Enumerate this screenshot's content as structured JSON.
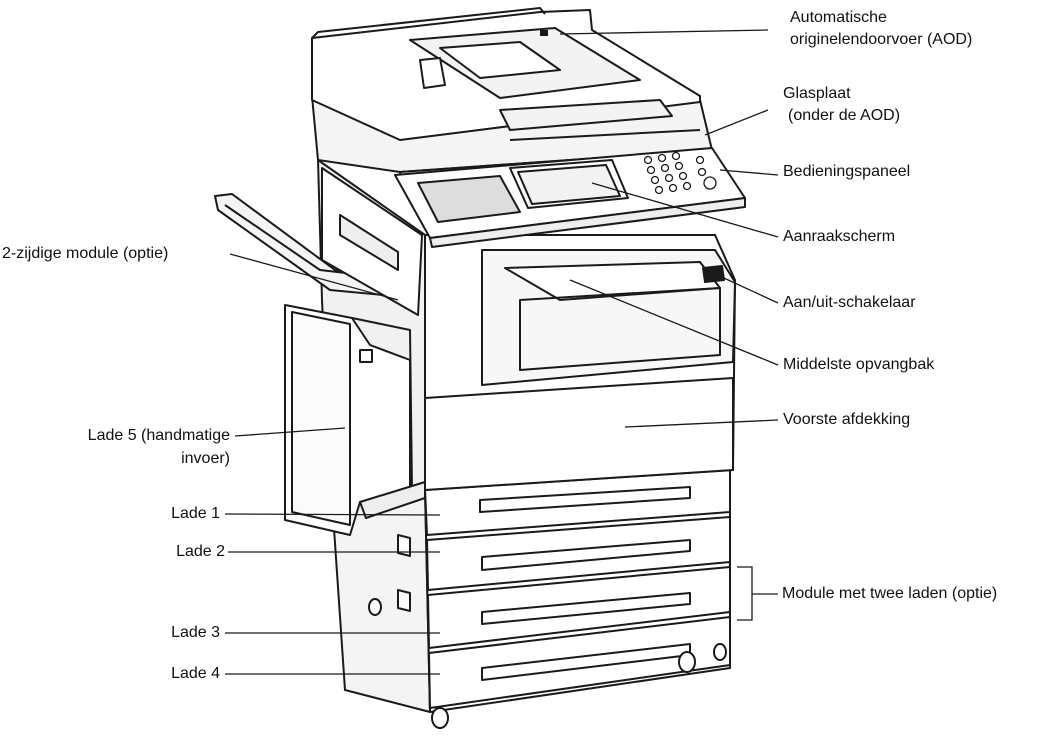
{
  "labels": {
    "adf_line1": "Automatische",
    "adf_line2": "originelendoorvoer (AOD)",
    "glass_line1": "Glasplaat",
    "glass_line2": "(onder de AOD)",
    "control_panel": "Bedieningspaneel",
    "touch_screen": "Aanraakscherm",
    "duplex_module": "2-zijdige module (optie)",
    "power_switch": "Aan/uit-schakelaar",
    "center_tray": "Middelste opvangbak",
    "front_cover": "Voorste afdekking",
    "tray5_line1": "Lade 5 (handmatige",
    "tray5_line2": "invoer)",
    "tray1": "Lade 1",
    "tray2": "Lade 2",
    "tray3": "Lade 3",
    "tray4": "Lade 4",
    "tandem_module": "Module met twee laden (optie)"
  }
}
